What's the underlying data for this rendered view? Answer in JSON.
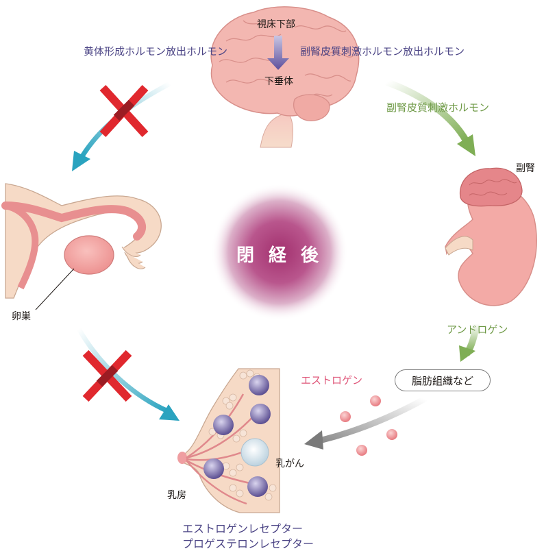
{
  "center": {
    "title": "閉 経 後"
  },
  "brain": {
    "hypothalamus": "視床下部",
    "pituitary": "下垂体"
  },
  "hormones": {
    "lhrh": "黄体形成ホルモン放出ホルモン",
    "crh": "副腎皮質刺激ホルモン放出ホルモン",
    "acth": "副腎皮質刺激ホルモン",
    "androgen": "アンドロゲン",
    "estrogen": "エストロゲン"
  },
  "organs": {
    "adrenal": "副腎",
    "ovary": "卵巣",
    "fat_tissue": "脂肪組織など",
    "breast": "乳房",
    "breast_cancer": "乳がん"
  },
  "receptors": [
    "エストロゲンレセプター",
    "プロゲステロンレセプター"
  ],
  "colors": {
    "purple_text": "#4b4485",
    "green_text": "#6f9a47",
    "pink_text": "#df5578",
    "cross_red": "#e0282e",
    "arrow_teal": "#2aa3bf",
    "arrow_green": "#7fae55",
    "arrow_gray": "#8e8e8e",
    "center_glow": "#b2427f",
    "tissue_pink": "#f2a7a6"
  }
}
